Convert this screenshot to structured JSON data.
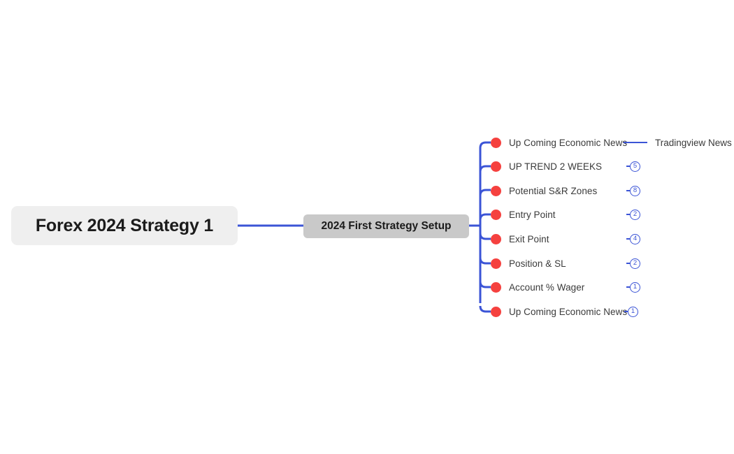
{
  "diagram": {
    "type": "mind-map",
    "orientation": "left-to-right",
    "colors": {
      "connector": "#3B54D6",
      "bullet": "#F5413F",
      "root_fill": "#EFEFEF",
      "node_fill": "#C9C9C9",
      "text": "#3A3A3A",
      "badge_border": "#3B54D6",
      "canvas": "#FFFFFF"
    },
    "root": {
      "label": "Forex 2024 Strategy 1"
    },
    "level2": {
      "label": "2024 First Strategy Setup"
    },
    "branches": [
      {
        "label": "Up Coming Economic News",
        "badge": "",
        "has_badge": false
      },
      {
        "label": "UP TREND 2 WEEKS",
        "badge": "5",
        "has_badge": true
      },
      {
        "label": "Potential S&R Zones",
        "badge": "8",
        "has_badge": true
      },
      {
        "label": "Entry Point",
        "badge": "2",
        "has_badge": true
      },
      {
        "label": "Exit Point",
        "badge": "4",
        "has_badge": true
      },
      {
        "label": "Position & SL",
        "badge": "2",
        "has_badge": true
      },
      {
        "label": "Account % Wager",
        "badge": "1",
        "has_badge": true
      },
      {
        "label": "Up Coming Economic News",
        "badge": "1",
        "has_badge": true
      }
    ],
    "level3": [
      {
        "label": "Tradingview News",
        "parent_index": 0
      }
    ]
  }
}
